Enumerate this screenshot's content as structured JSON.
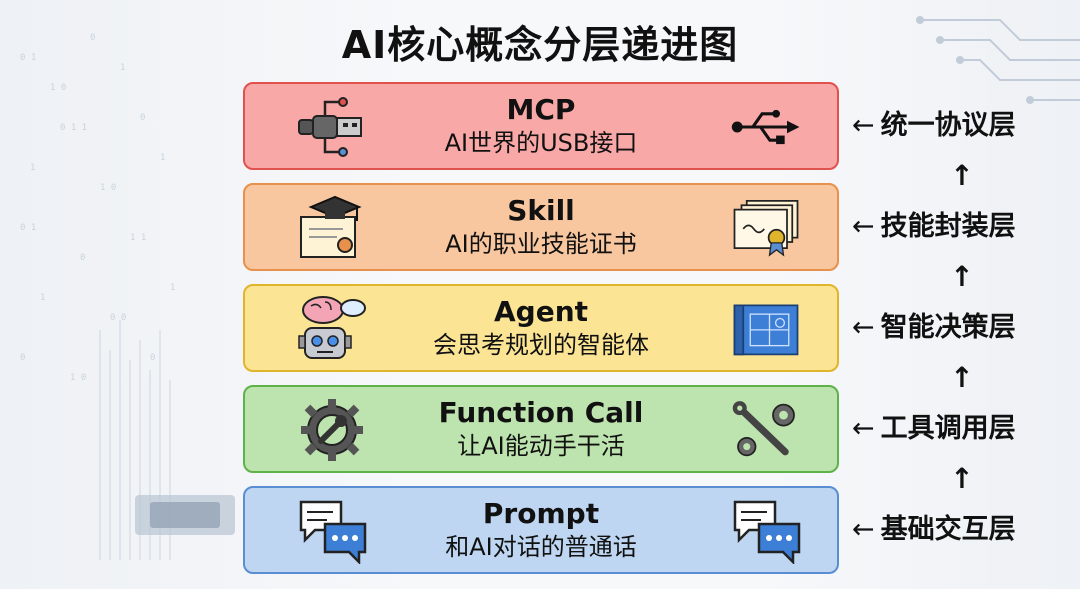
{
  "title": "AI核心概念分层递进图",
  "layers": [
    {
      "name": "MCP",
      "desc": "AI世界的USB接口",
      "side": "统一协议层",
      "icon_left": "usb-plug-icon",
      "icon_right": "usb-symbol-icon",
      "fill": "#f8a9a7",
      "border": "#e0524e"
    },
    {
      "name": "Skill",
      "desc": "AI的职业技能证书",
      "side": "技能封装层",
      "icon_left": "graduation-certificate-icon",
      "icon_right": "certificate-stack-icon",
      "fill": "#f8c79f",
      "border": "#e7914c"
    },
    {
      "name": "Agent",
      "desc": "会思考规划的智能体",
      "side": "智能决策层",
      "icon_left": "robot-brain-icon",
      "icon_right": "blueprint-icon",
      "fill": "#fbe594",
      "border": "#e0b52c"
    },
    {
      "name": "Function Call",
      "desc": "让AI能动手干活",
      "side": "工具调用层",
      "icon_left": "gear-wrench-icon",
      "icon_right": "tools-gears-icon",
      "fill": "#bde3ae",
      "border": "#5fb24a"
    },
    {
      "name": "Prompt",
      "desc": "和AI对话的普通话",
      "side": "基础交互层",
      "icon_left": "chat-bubbles-icon",
      "icon_right": "chat-bubbles-icon",
      "fill": "#bed6f2",
      "border": "#5a8ed2"
    }
  ],
  "arrow_left": "←",
  "arrow_up": "↑"
}
